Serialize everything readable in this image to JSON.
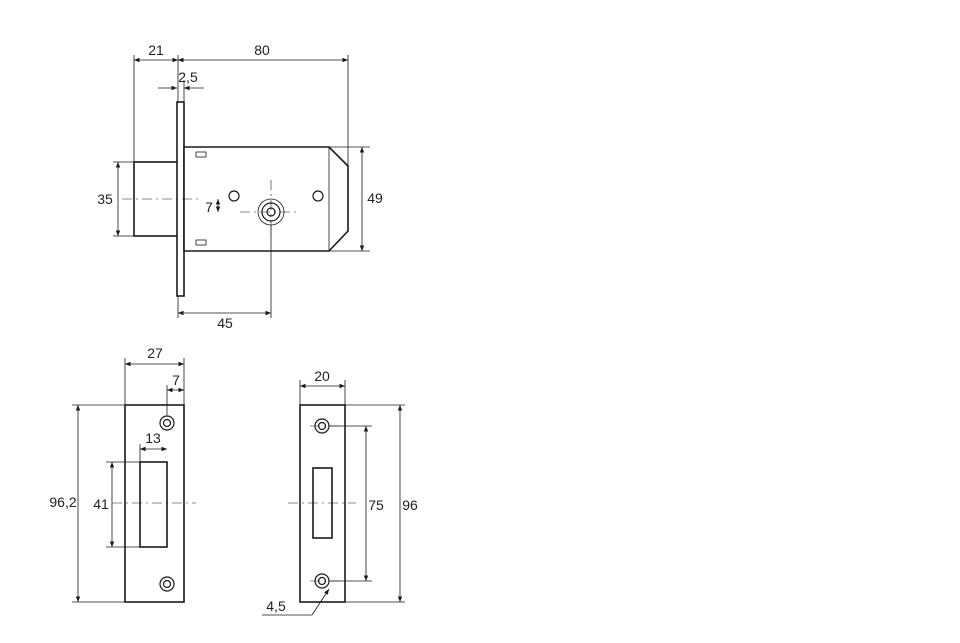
{
  "views": {
    "side": {
      "dim_21": "21",
      "dim_80": "80",
      "dim_2_5": "2,5",
      "dim_35": "35",
      "dim_7": "7",
      "dim_49": "49",
      "dim_45": "45"
    },
    "strike": {
      "dim_27": "27",
      "dim_7": "7",
      "dim_13": "13",
      "dim_96_2": "96,2",
      "dim_41": "41"
    },
    "faceplate": {
      "dim_20": "20",
      "dim_75": "75",
      "dim_96": "96",
      "dim_4_5": "4,5"
    }
  }
}
